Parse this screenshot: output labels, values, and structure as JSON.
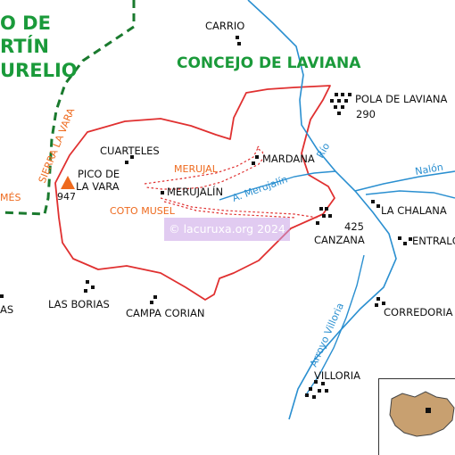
{
  "regions": {
    "concejo_top_left_lines": [
      "O DE",
      "RTÍN",
      "URELIO"
    ],
    "concejo_laviana": "CONCEJO DE LAVIANA",
    "left_edge_fragment": "MÉS"
  },
  "ridges": {
    "sierra_la_vara": "SIERRA LA VARA",
    "merujal": "MERUJAL",
    "coto_musel": "COTO MUSEL"
  },
  "peak": {
    "name_line1": "PICO DE",
    "name_line2": "LA VARA",
    "elevation": "947"
  },
  "places": {
    "carrio": "CARRIO",
    "pola_de_laviana": "POLA DE LAVIANA",
    "pola_elevation": "290",
    "cuarteles": "CUARTELES",
    "mardana": "MARDANA",
    "merujalin": "MERUJALÍN",
    "canzana": "CANZANA",
    "canzana_elevation": "425",
    "la_chalana": "LA CHALANA",
    "entralgo": "ENTRALGO",
    "corredoria": "CORREDORIA",
    "las_borias": "LAS BORIAS",
    "campa_corian": "CAMPA CORIAN",
    "villoria": "VILLORIA",
    "left_edge_fragment": "AS"
  },
  "waterways": {
    "rio": "Río",
    "nalon": "Nalón",
    "arroyo_merujalin": "A. Merujalín",
    "arroyo_villoria": "Arroyo Villoria"
  },
  "watermark": "© lacuruxa.org 2024",
  "colors": {
    "boundary": "#e03030",
    "river": "#2a8fd0",
    "border_dashed": "#1a7a2e",
    "region_label": "#1a9a3a",
    "ridge_label": "#ee6a1e",
    "peak_marker": "#ee6a1e",
    "inset_fill": "#c8a070"
  }
}
